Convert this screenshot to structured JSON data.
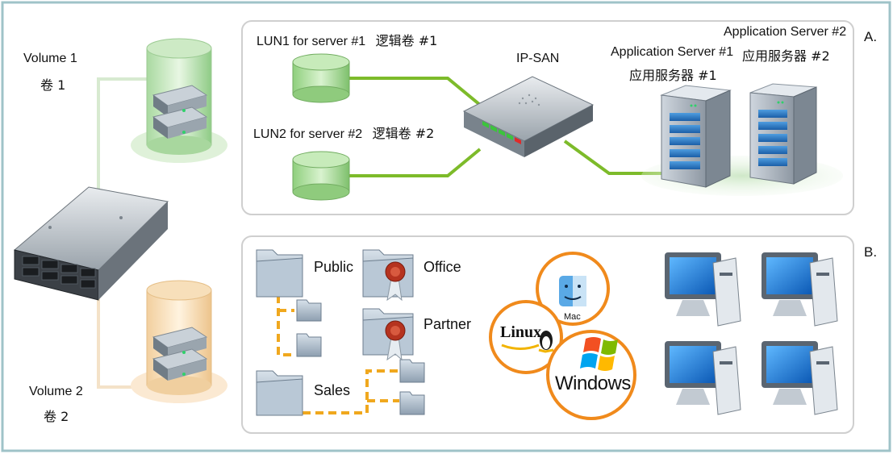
{
  "volumes": {
    "v1_en": "Volume  1",
    "v1_zh": "卷  1",
    "v2_en": "Volume  2",
    "v2_zh": "卷  2"
  },
  "section_a": {
    "letter": "A.",
    "lun1": "LUN1 for server #1",
    "lun1_zh": "逻辑卷  #1",
    "lun2": "LUN2 for server #2",
    "lun2_zh": "逻辑卷  #2",
    "switch": "IP-SAN",
    "app1_en": "Application Server #1",
    "app1_zh": "应用服务器  #1",
    "app2_en": "Application Server #2",
    "app2_zh": "应用服务器  #2"
  },
  "section_b": {
    "letter": "B.",
    "folders": {
      "public": "Public",
      "office": "Office",
      "partner": "Partner",
      "sales": "Sales"
    },
    "os": {
      "mac": "Mac",
      "linux": "Linux",
      "windows": "Windows"
    }
  },
  "colors": {
    "green_link": "#7dbb2a",
    "orange_link": "#f0a81e",
    "panel_border": "#cfcfcf",
    "frame_border": "#9fc3c8"
  },
  "icons": [
    "nas-server-icon",
    "database-icon",
    "router-icon",
    "rack-server-icon",
    "folder-icon",
    "certificate-folder-icon",
    "mac-logo-icon",
    "linux-logo-icon",
    "windows-logo-icon",
    "desktop-computer-icon"
  ]
}
